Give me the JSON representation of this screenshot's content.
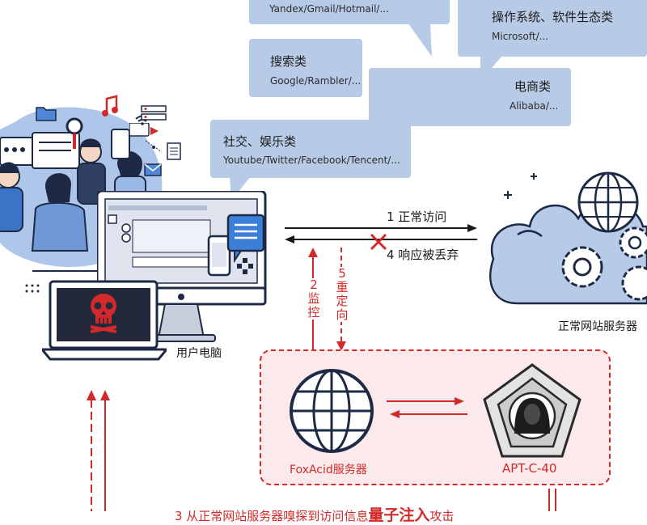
{
  "bubbles": {
    "email": {
      "sub": "Yandex/Gmail/Hotmail/..."
    },
    "os": {
      "title": "操作系统、软件生态类",
      "sub": "Microsoft/..."
    },
    "search": {
      "title": "搜索类",
      "sub": "Google/Rambler/..."
    },
    "ecommerce": {
      "title": "电商类",
      "sub": "Alibaba/..."
    },
    "social": {
      "title": "社交、娱乐类",
      "sub": "Youtube/Twitter/Facebook/Tencent/..."
    }
  },
  "arrows": {
    "normal_access": "1 正常访问",
    "response_dropped": "4 响应被丢弃",
    "monitor_num": "2",
    "monitor_c1": "监",
    "monitor_c2": "控",
    "redirect_num": "5",
    "redirect_c1": "重",
    "redirect_c2": "定",
    "redirect_c3": "向"
  },
  "nodes": {
    "user_pc": "用户电脑",
    "web_server": "正常网站服务器",
    "foxacid": "FoxAcid服务器",
    "apt": "APT-C-40"
  },
  "bottom_text": {
    "partial": "3 从正常网站服务器嗅探到访问信息",
    "highlight": "量子注入",
    "tail": "攻击"
  },
  "colors": {
    "bubble": "#b8cbe6",
    "red": "#d22a2a",
    "navy": "#1e2a45",
    "panel": "#fbe9eb"
  }
}
